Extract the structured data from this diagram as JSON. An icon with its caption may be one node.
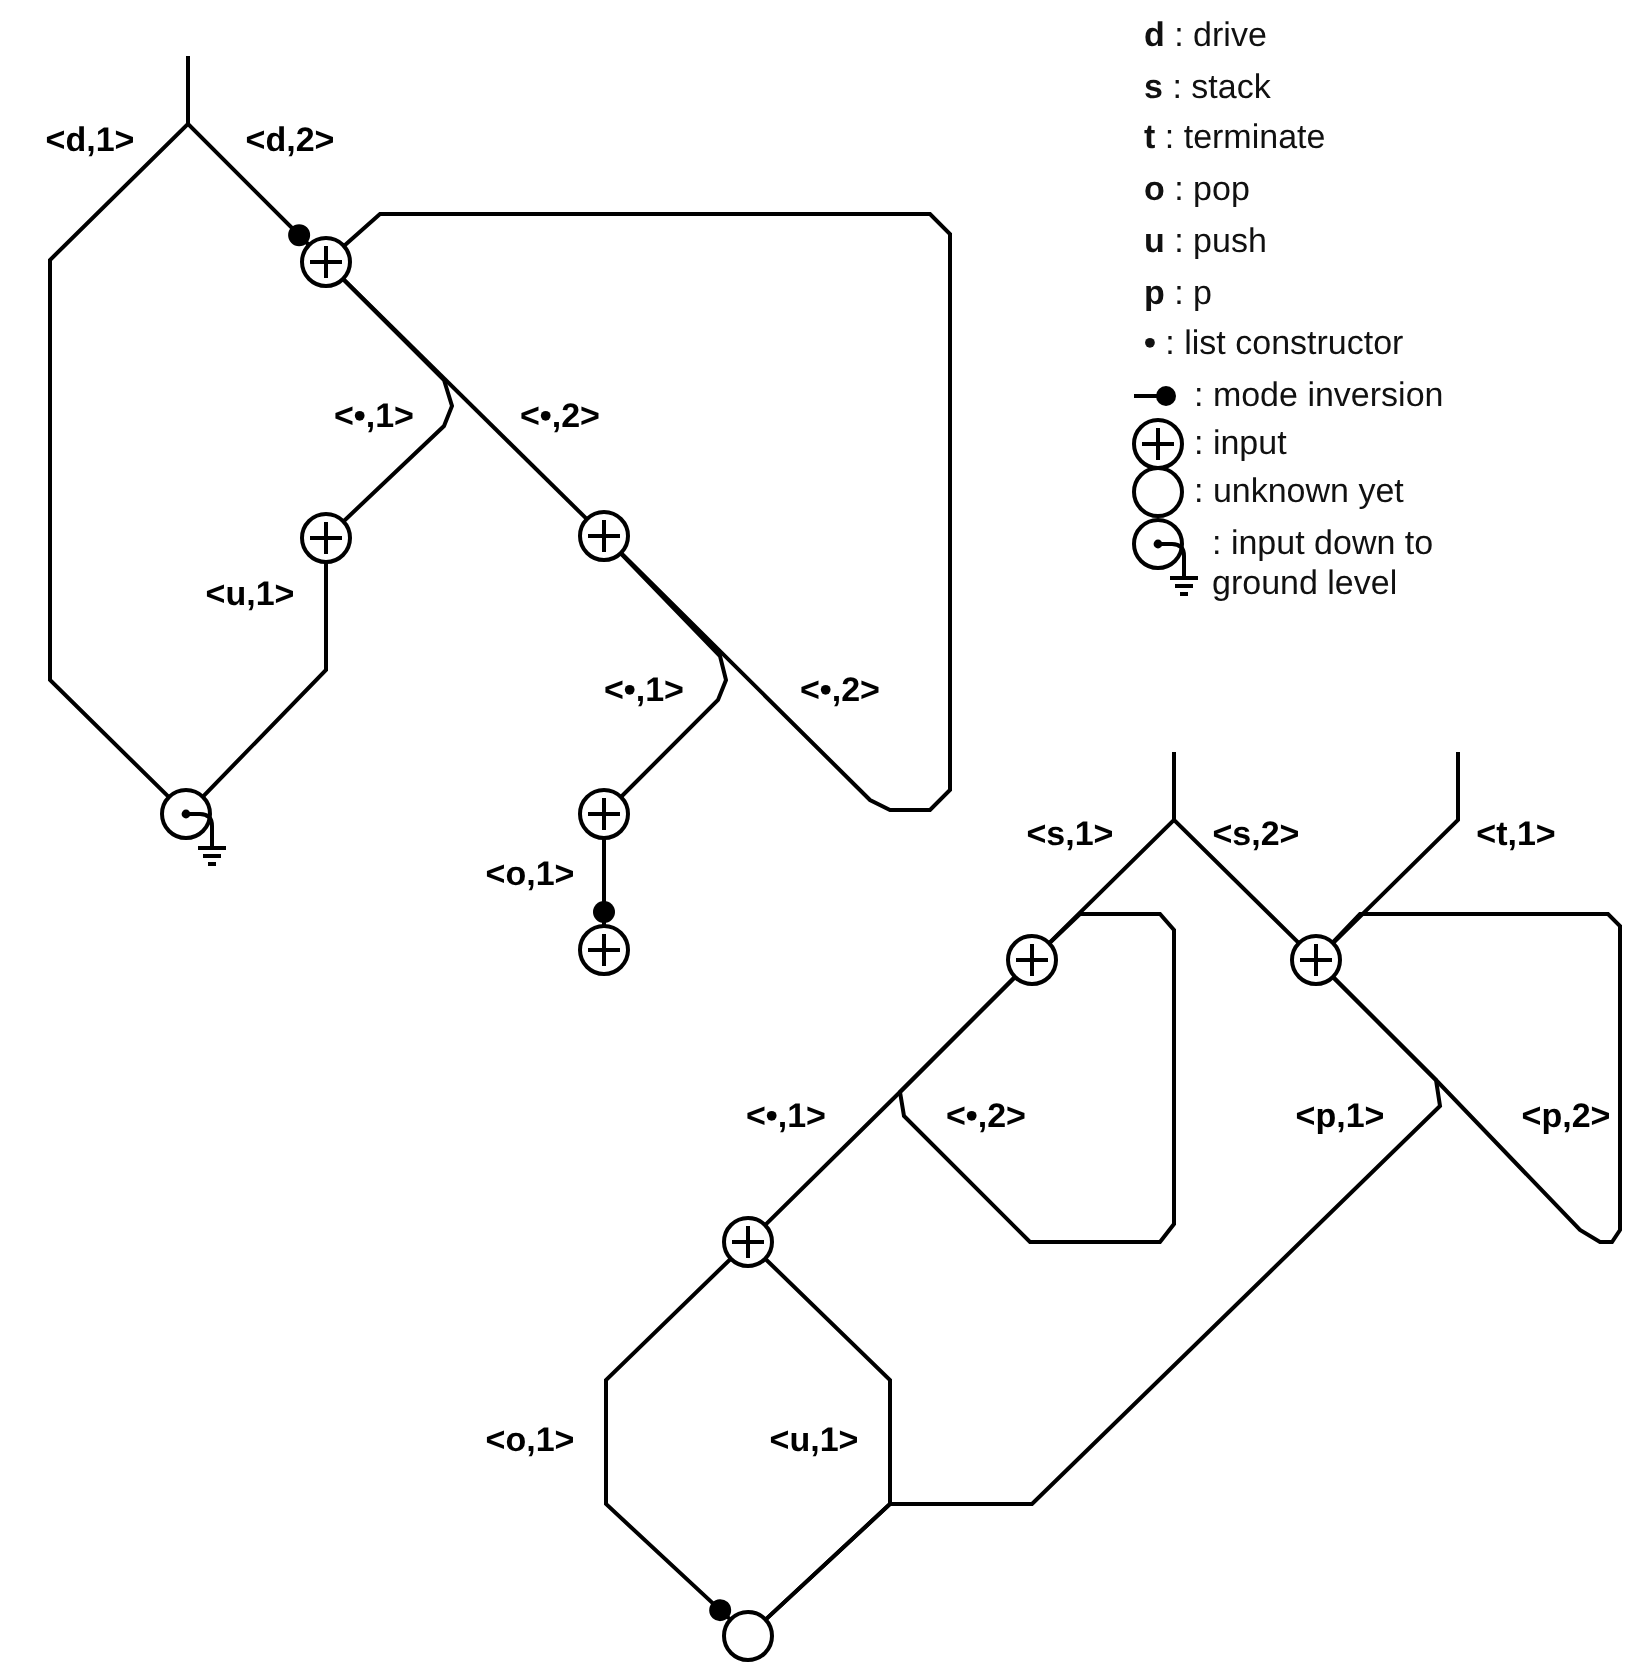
{
  "diagram": {
    "nodes": [
      {
        "text": [],
        "shape": "plus-circle"
      },
      {
        "text": [],
        "shape": "plus-circle"
      },
      {
        "text": [],
        "shape": "plus-circle"
      },
      {
        "text": [],
        "shape": "ground"
      },
      {
        "text": [],
        "shape": "plus-circle"
      },
      {
        "text": [],
        "shape": "plus-circle"
      },
      {
        "text": [],
        "shape": "plus-circle"
      },
      {
        "text": [],
        "shape": "plus-circle"
      },
      {
        "text": [],
        "shape": "plus-circle"
      },
      {
        "text": [],
        "shape": "circle"
      }
    ],
    "edges": [
      {
        "from": null,
        "to": 3,
        "arrow": "none",
        "label": "<d,1>"
      },
      {
        "from": null,
        "to": 0,
        "arrow": "other",
        "label": "<d,2>"
      },
      {
        "from": 0,
        "to": 1,
        "arrow": "none",
        "label": "<•,1>"
      },
      {
        "from": 0,
        "to": 2,
        "arrow": "none",
        "label": "<•,2>"
      },
      {
        "from": 1,
        "to": 3,
        "arrow": "none",
        "label": "<u,1>"
      },
      {
        "from": 2,
        "to": 4,
        "arrow": "none",
        "label": "<•,1>"
      },
      {
        "from": 2,
        "to": 0,
        "arrow": "none",
        "label": "<•,2>"
      },
      {
        "from": 4,
        "to": 5,
        "arrow": "other",
        "label": "<o,1>"
      },
      {
        "from": null,
        "to": 6,
        "arrow": "none",
        "label": "<s,1>"
      },
      {
        "from": null,
        "to": 7,
        "arrow": "none",
        "label": "<s,2>"
      },
      {
        "from": null,
        "to": 7,
        "arrow": "none",
        "label": "<t,1>"
      },
      {
        "from": 6,
        "to": 8,
        "arrow": "none",
        "label": "<•,1>"
      },
      {
        "from": 6,
        "to": 6,
        "arrow": "none",
        "label": "<•,2>"
      },
      {
        "from": 7,
        "to": 9,
        "arrow": "none",
        "label": "<p,1>"
      },
      {
        "from": 7,
        "to": 7,
        "arrow": "none",
        "label": "<p,2>"
      },
      {
        "from": 8,
        "to": 9,
        "arrow": "other",
        "label": "<o,1>"
      },
      {
        "from": 8,
        "to": 9,
        "arrow": "none",
        "label": "<u,1>"
      }
    ],
    "legend": [
      {
        "text": "**d** : drive"
      },
      {
        "text": "**s** : stack"
      },
      {
        "text": "**t** : terminate"
      },
      {
        "text": "**o** : pop"
      },
      {
        "text": "**u** : push"
      },
      {
        "text": "**p** : p"
      },
      {
        "text": "**•** : list constructor"
      },
      {
        "text": ": mode inversion"
      },
      {
        "text": ": input"
      },
      {
        "text": ": unknown yet"
      },
      {
        "text": ": input down to ground level"
      }
    ]
  }
}
